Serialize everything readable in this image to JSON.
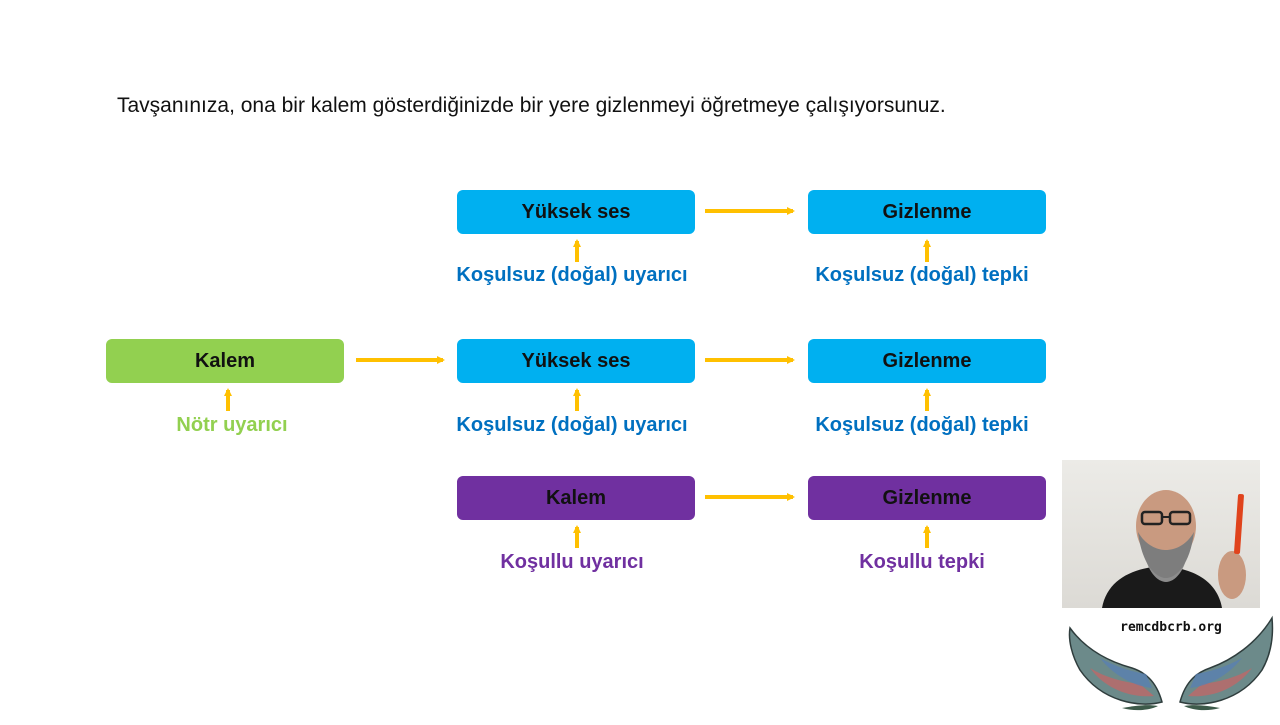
{
  "colors": {
    "box_blue": "#00B0F0",
    "box_green": "#92D050",
    "box_purple": "#7030A0",
    "label_blue": "#0070C0",
    "arrow_yellow": "#FFC000"
  },
  "intro_text": "Tavşanınıza, ona bir kalem gösterdiğinizde bir yere gizlenmeyi öğretmeye çalışıyorsunuz.",
  "rows": [
    {
      "stimulus": "Yüksek ses",
      "stimulus_label": "Koşulsuz (doğal) uyarıcı",
      "response": "Gizlenme",
      "response_label": "Koşulsuz (doğal) tepki"
    },
    {
      "neutral": "Kalem",
      "neutral_label": "Nötr uyarıcı",
      "stimulus": "Yüksek ses",
      "stimulus_label": "Koşulsuz (doğal) uyarıcı",
      "response": "Gizlenme",
      "response_label": "Koşulsuz (doğal) tepki"
    },
    {
      "stimulus": "Kalem",
      "stimulus_label": "Koşullu uyarıcı",
      "response": "Gizlenme",
      "response_label": "Koşullu tepki"
    }
  ],
  "brand": {
    "site": "remcdbcrb.org",
    "logo_icon": "winged-logo-icon"
  },
  "webcam": {
    "icon": "presenter-video-icon"
  }
}
